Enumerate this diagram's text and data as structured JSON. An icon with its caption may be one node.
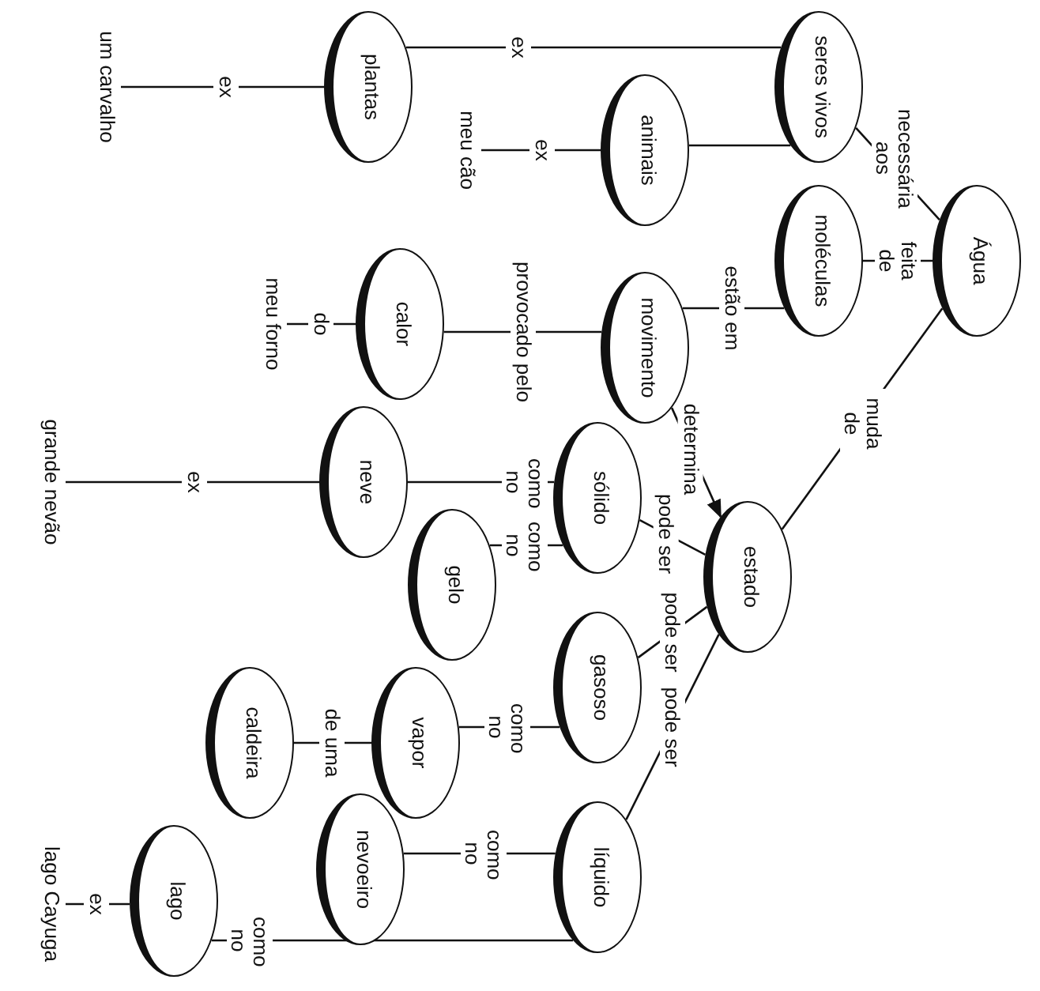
{
  "diagram": {
    "nodes": [
      {
        "text": [
          "Água"
        ]
      },
      {
        "text": [
          "seres vivos"
        ]
      },
      {
        "text": [
          "moléculas"
        ]
      },
      {
        "text": [
          "estado"
        ]
      },
      {
        "text": [
          "animais"
        ]
      },
      {
        "text": [
          "movimento"
        ]
      },
      {
        "text": [
          "sólido"
        ]
      },
      {
        "text": [
          "gasoso"
        ]
      },
      {
        "text": [
          "líquido"
        ]
      },
      {
        "text": [
          "meu cão"
        ]
      },
      {
        "text": [
          "gelo"
        ]
      },
      {
        "text": [
          "vapor"
        ]
      },
      {
        "text": [
          "calor"
        ]
      },
      {
        "text": [
          "plantas"
        ]
      },
      {
        "text": [
          "neve"
        ]
      },
      {
        "text": [
          "nevoeiro"
        ]
      },
      {
        "text": [
          "meu forno"
        ]
      },
      {
        "text": [
          "caldeira"
        ]
      },
      {
        "text": [
          "lago"
        ]
      },
      {
        "text": [
          "um carvalho"
        ]
      },
      {
        "text": [
          "grande nevão"
        ]
      },
      {
        "text": [
          "lago Cayuga"
        ]
      }
    ],
    "edges": [
      {
        "from": 0,
        "to": 1,
        "label": "necessária aos",
        "arrow": "none"
      },
      {
        "from": 0,
        "to": 2,
        "label": "feita de",
        "arrow": "none"
      },
      {
        "from": 0,
        "to": 3,
        "label": "muda de",
        "arrow": "none"
      },
      {
        "from": 1,
        "to": 13,
        "label": "ex",
        "arrow": "none"
      },
      {
        "from": 1,
        "to": 4,
        "arrow": "none"
      },
      {
        "from": 4,
        "to": 9,
        "label": "ex",
        "arrow": "none"
      },
      {
        "from": 13,
        "to": 19,
        "label": "ex",
        "arrow": "none"
      },
      {
        "from": 2,
        "to": 5,
        "label": "estão em",
        "arrow": "none"
      },
      {
        "from": 5,
        "to": 12,
        "label": "provocado pelo",
        "arrow": "none"
      },
      {
        "from": 12,
        "to": 16,
        "label": "do",
        "arrow": "none"
      },
      {
        "from": 5,
        "to": 3,
        "label": "determina",
        "arrow": "to"
      },
      {
        "from": 3,
        "to": 6,
        "label": "pode ser",
        "arrow": "none"
      },
      {
        "from": 3,
        "to": 7,
        "label": "pode ser",
        "arrow": "none"
      },
      {
        "from": 3,
        "to": 8,
        "label": "pode ser",
        "arrow": "none"
      },
      {
        "from": 6,
        "to": 14,
        "label": "como no",
        "arrow": "none"
      },
      {
        "from": 6,
        "to": 10,
        "label": "como no",
        "arrow": "none"
      },
      {
        "from": 7,
        "to": 11,
        "label": "como no",
        "arrow": "none"
      },
      {
        "from": 11,
        "to": 17,
        "label": "de uma",
        "arrow": "none"
      },
      {
        "from": 8,
        "to": 15,
        "label": "como no",
        "arrow": "none"
      },
      {
        "from": 8,
        "to": 18,
        "label": "como no",
        "arrow": "none"
      },
      {
        "from": 14,
        "to": 20,
        "label": "ex",
        "arrow": "none"
      },
      {
        "from": 18,
        "to": 21,
        "label": "ex",
        "arrow": "none"
      }
    ]
  }
}
